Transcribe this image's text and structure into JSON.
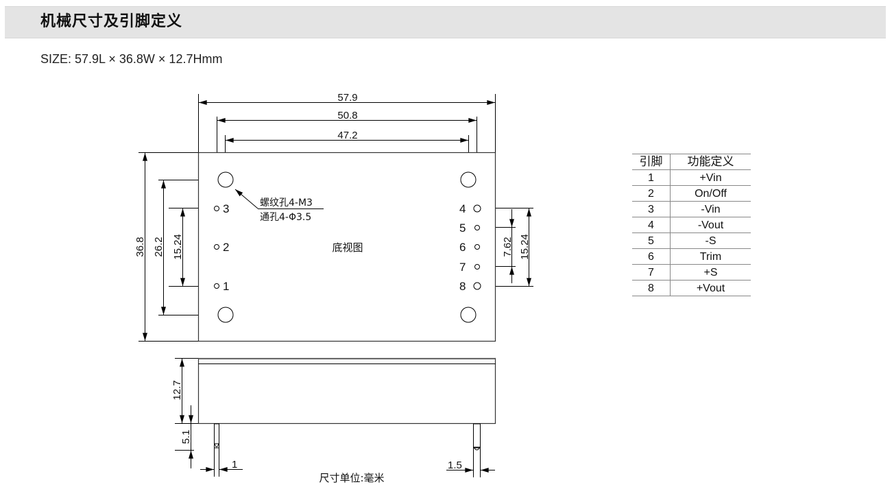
{
  "header": {
    "title": "机械尺寸及引脚定义"
  },
  "size_line": "SIZE: 57.9L × 36.8W × 12.7Hmm",
  "bottom_view": {
    "label": "底视图",
    "dimensions": {
      "overall_length": "57.9",
      "pin_span": "50.8",
      "mount_hole_span": "47.2",
      "overall_width": "36.8",
      "mount_hole_pitch": "26.2",
      "left_pin_span": "15.24",
      "right_pin_span": "15.24",
      "right_inner_pin_span": "7.62"
    },
    "hole_callout": {
      "line1": "螺纹孔4-M3",
      "line2": "通孔4-Φ3.5"
    },
    "left_pins": [
      "3",
      "2",
      "1"
    ],
    "right_pins": [
      "4",
      "5",
      "6",
      "7",
      "8"
    ]
  },
  "side_view": {
    "height": "12.7",
    "pin_length": "5.1",
    "left_pin_diameter": "1",
    "right_pin_diameter": "1.5",
    "unit_note": "尺寸单位:毫米"
  },
  "pin_table": {
    "headers": [
      "引脚",
      "功能定义"
    ],
    "rows": [
      {
        "pin": "1",
        "function": "+Vin"
      },
      {
        "pin": "2",
        "function": "On/Off"
      },
      {
        "pin": "3",
        "function": "-Vin"
      },
      {
        "pin": "4",
        "function": "-Vout"
      },
      {
        "pin": "5",
        "function": "-S"
      },
      {
        "pin": "6",
        "function": "Trim"
      },
      {
        "pin": "7",
        "function": "+S"
      },
      {
        "pin": "8",
        "function": "+Vout"
      }
    ]
  }
}
